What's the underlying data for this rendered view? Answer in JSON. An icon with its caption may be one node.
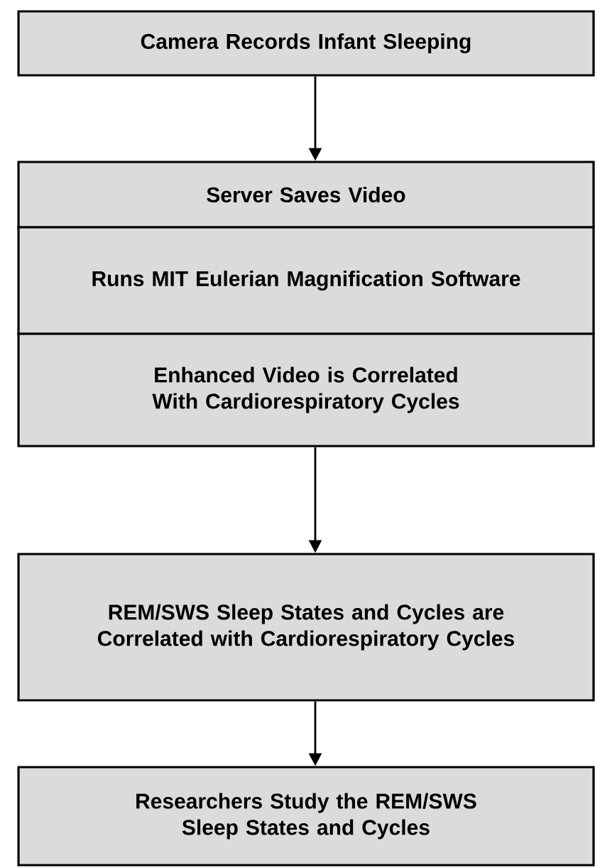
{
  "diagram": {
    "nodes": [
      {
        "text": [
          "Camera Records Infant Sleeping"
        ]
      },
      {
        "text": [
          "Server Saves Video"
        ]
      },
      {
        "text": [
          "Runs MIT Eulerian Magnification Software"
        ]
      },
      {
        "text": [
          "Enhanced Video is Correlated With Cardiorespiratory Cycles"
        ]
      },
      {
        "text": [
          "REM/SWS Sleep States and Cycles are Correlated with Cardiorespiratory Cycles"
        ]
      },
      {
        "text": [
          "Researchers Study the REM/SWS Sleep States and Cycles"
        ]
      }
    ],
    "edges": [
      {
        "from": 0,
        "to": 1,
        "arrow": "to"
      },
      {
        "from": 3,
        "to": 4,
        "arrow": "to"
      },
      {
        "from": 4,
        "to": 5,
        "arrow": "to"
      }
    ]
  }
}
